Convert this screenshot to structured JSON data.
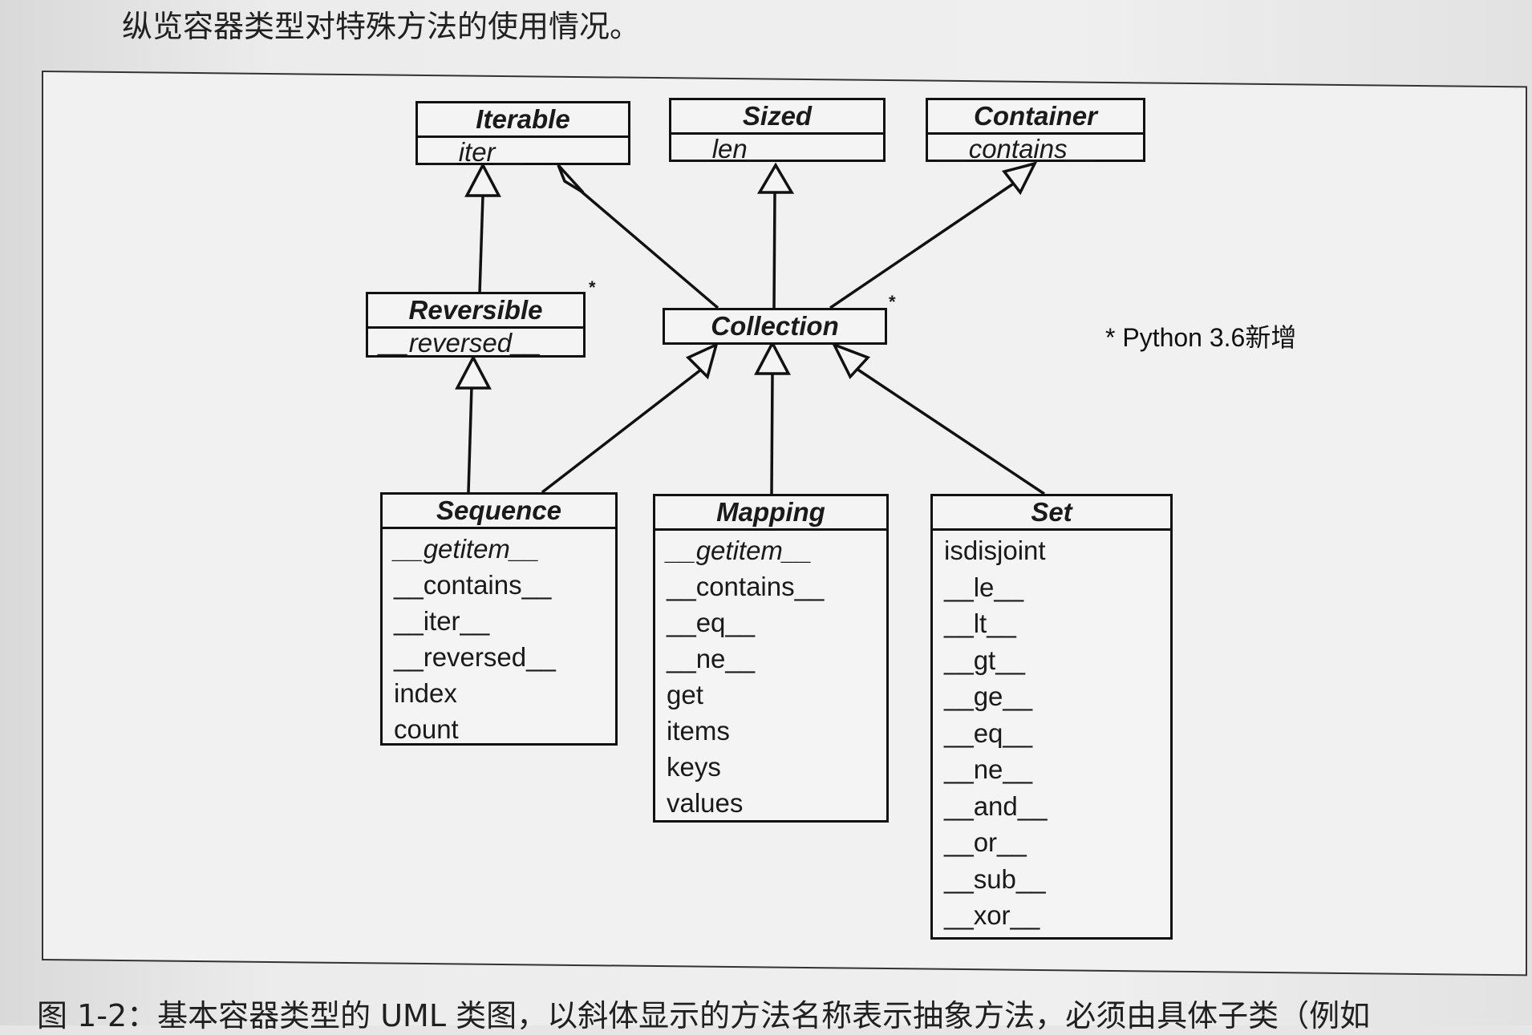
{
  "top_caption": "纵览容器类型对特殊方法的使用情况。",
  "bottom_caption": "图 1-2：基本容器类型的 UML 类图，以斜体显示的方法名称表示抽象方法，必须由具体子类（例如",
  "note": "* Python 3.6新增",
  "classes": {
    "iterable": {
      "name": "Iterable",
      "methods": [
        "__iter__"
      ]
    },
    "sized": {
      "name": "Sized",
      "methods": [
        "__len__"
      ]
    },
    "container": {
      "name": "Container",
      "methods": [
        "__contains__"
      ]
    },
    "reversible": {
      "name": "Reversible",
      "methods": [
        "__reversed__"
      ]
    },
    "collection": {
      "name": "Collection",
      "methods": []
    },
    "sequence": {
      "name": "Sequence",
      "methods": [
        "__getitem__",
        "__contains__",
        "__iter__",
        "__reversed__",
        "index",
        "count"
      ]
    },
    "mapping": {
      "name": "Mapping",
      "methods": [
        "__getitem__",
        "__contains__",
        "__eq__",
        "__ne__",
        "get",
        "items",
        "keys",
        "values"
      ]
    },
    "set": {
      "name": "Set",
      "methods": [
        "isdisjoint",
        "__le__",
        "__lt__",
        "__gt__",
        "__ge__",
        "__eq__",
        "__ne__",
        "__and__",
        "__or__",
        "__sub__",
        "__xor__"
      ]
    }
  },
  "colors": {
    "ink": "#111111",
    "paper": "#f1f1f1"
  }
}
